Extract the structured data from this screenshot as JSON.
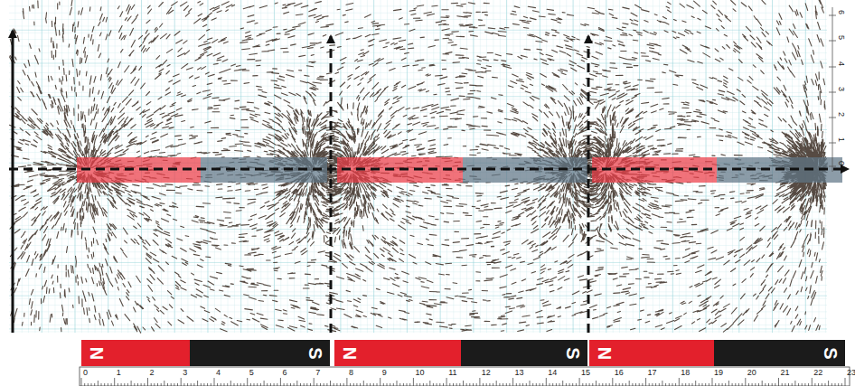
{
  "diagram": {
    "nodes": [
      {
        "text": [
          "N"
        ]
      },
      {
        "text": [
          "S"
        ]
      },
      {
        "text": [
          "N"
        ]
      },
      {
        "text": [
          "S"
        ]
      },
      {
        "text": [
          "N"
        ]
      },
      {
        "text": [
          "S"
        ]
      }
    ],
    "labels": [
      "0",
      "1",
      "2",
      "3",
      "4",
      "5",
      "6",
      "7",
      "8",
      "9",
      "10",
      "11",
      "12",
      "13",
      "14",
      "15",
      "16",
      "17",
      "18",
      "19",
      "20",
      "21",
      "22",
      "23",
      "6",
      "5",
      "4",
      "3",
      "2",
      "1",
      "0"
    ]
  }
}
